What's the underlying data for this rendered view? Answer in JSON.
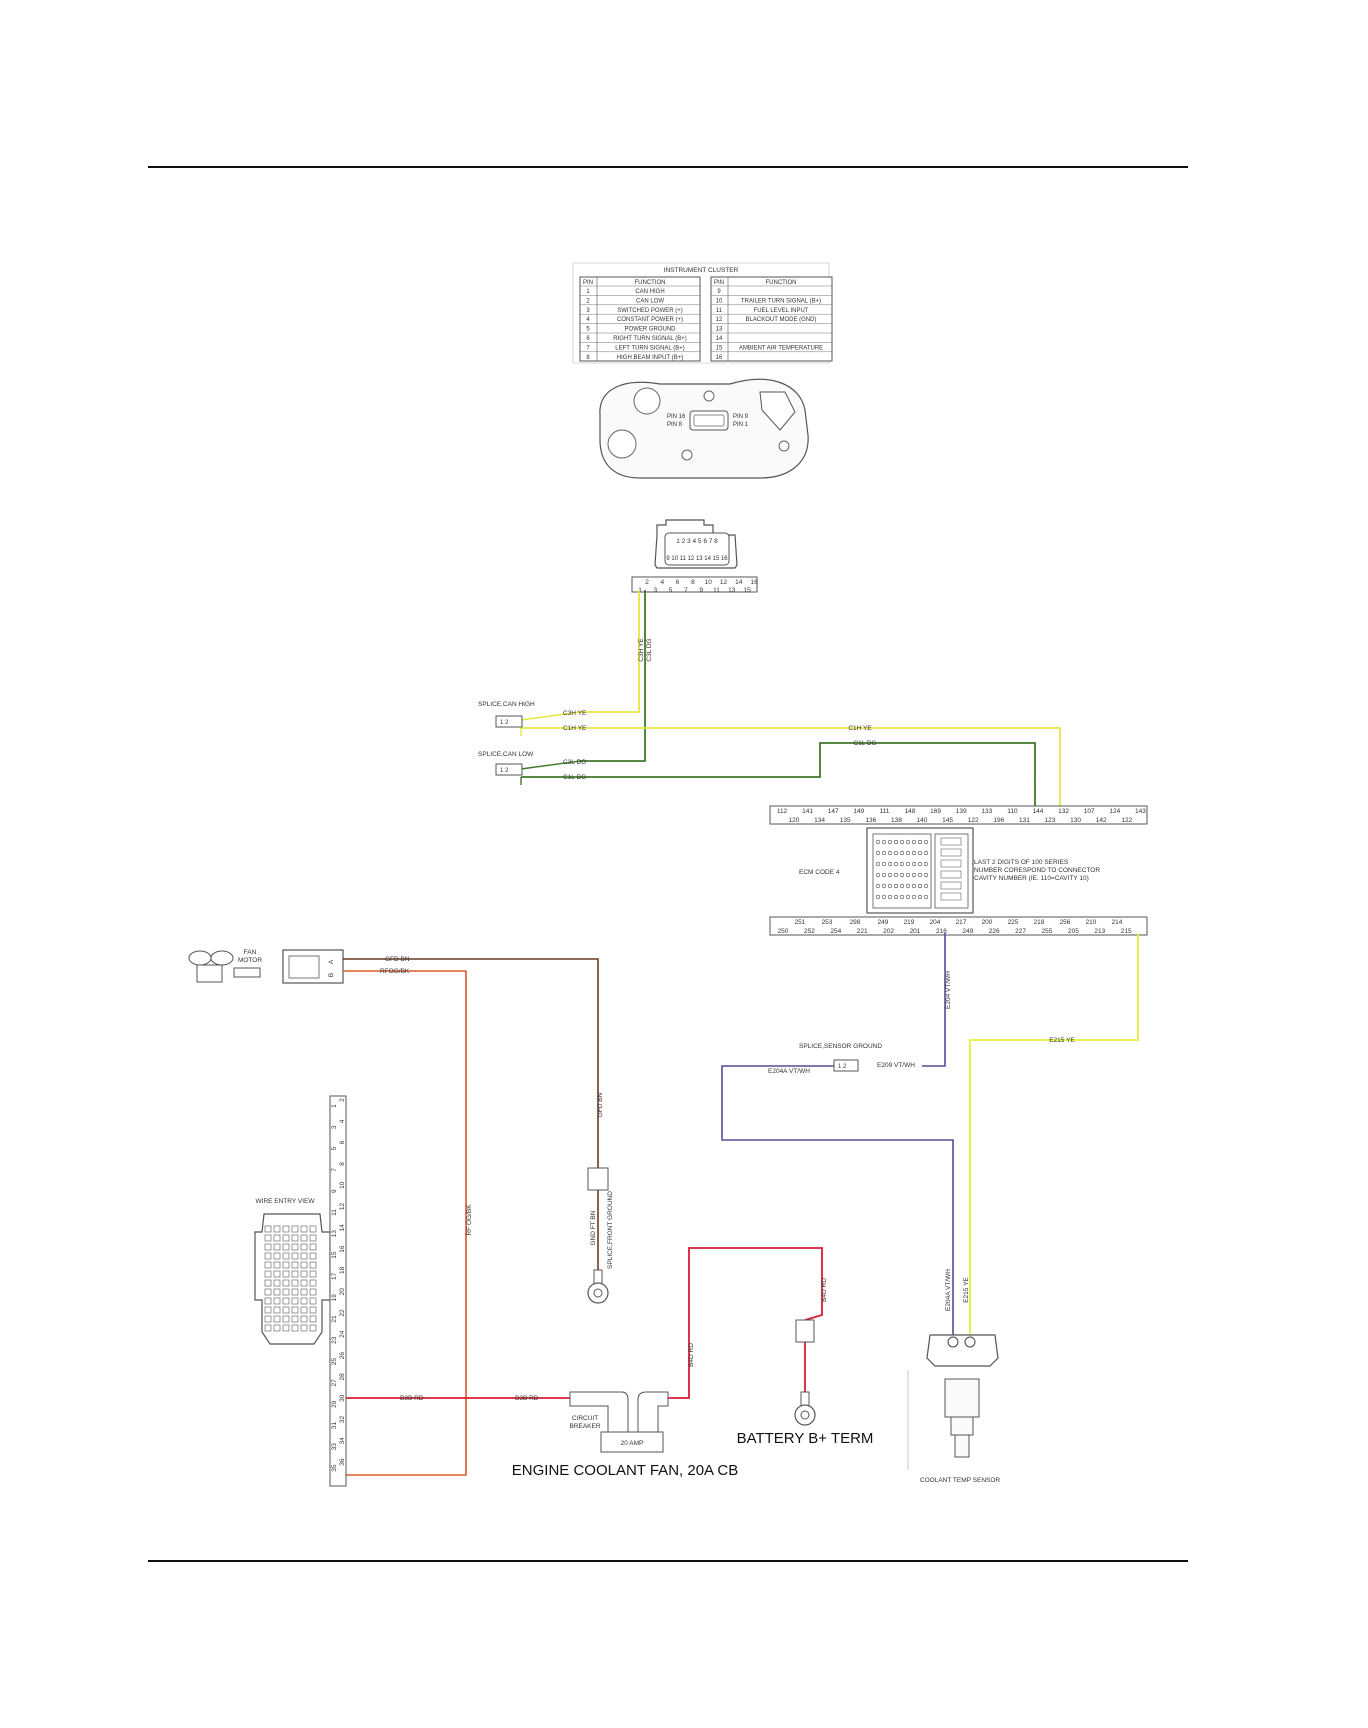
{
  "cluster": {
    "title": "INSTRUMENT CLUSTER",
    "headers": [
      "PIN",
      "FUNCTION",
      "PIN",
      "FUNCTION"
    ],
    "left_rows": [
      [
        "1",
        "CAN HIGH"
      ],
      [
        "2",
        "CAN LOW"
      ],
      [
        "3",
        "SWITCHED POWER (+)"
      ],
      [
        "4",
        "CONSTANT POWER (+)"
      ],
      [
        "5",
        "POWER GROUND"
      ],
      [
        "6",
        "RIGHT TURN SIGNAL (B+)"
      ],
      [
        "7",
        "LEFT TURN SIGNAL (B+)"
      ],
      [
        "8",
        "HIGH BEAM INPUT (B+)"
      ]
    ],
    "right_rows": [
      [
        "9",
        ""
      ],
      [
        "10",
        "TRAILER TURN SIGNAL (B+)"
      ],
      [
        "11",
        "FUEL LEVEL INPUT"
      ],
      [
        "12",
        "BLACKOUT MODE (GND)"
      ],
      [
        "13",
        ""
      ],
      [
        "14",
        ""
      ],
      [
        "15",
        "AMBIENT AIR TEMPERATURE"
      ],
      [
        "16",
        ""
      ]
    ],
    "pin_labels": [
      "PIN 16",
      "PIN 8",
      "PIN 9",
      "PIN 1"
    ]
  },
  "cluster_connector": {
    "face_top": "1 2 3 4 5 6 7 8",
    "face_bottom": "9 10 11 12 13 14 15 16",
    "strip_top": [
      "2",
      "4",
      "6",
      "8",
      "10",
      "12",
      "14",
      "16"
    ],
    "strip_bottom": [
      "1",
      "3",
      "5",
      "7",
      "9",
      "11",
      "13",
      "15"
    ]
  },
  "wires": {
    "c3h": "C3H YE",
    "c3l": "C3L DG",
    "c3h_splice": "C3H YE",
    "c1h_splice": "C1H YE",
    "c1h_mid": "C1H YE",
    "c1l_mid": "C1L DG",
    "c3l_splice": "C3L DG",
    "c1l_splice": "C1L DG",
    "e204": "E204 VT/WH",
    "e215": "E215 YE",
    "e204a_left": "E204A VT/WH",
    "e209": "E209 VT/WH",
    "e204a_sensor": "E204A VT/WH",
    "e215_sensor": "E215 YE",
    "gfd_top": "GFD BN",
    "gfd_side": "GFD BN",
    "gnd_front": "GND FT BN",
    "rfgb": "RFOG/BK",
    "rf": "RF OG/BK",
    "b3b_left": "B3B RD",
    "b3b_right": "B3B RD",
    "b4d_left": "B4D RD",
    "b4d_right": "B4D RD"
  },
  "splices": {
    "can_high": "SPLICE,CAN HIGH",
    "can_low": "SPLICE,CAN LOW",
    "sensor_ground": "SPLICE,SENSOR GROUND",
    "front_ground": "SPLICE,FRONT GROUND"
  },
  "splice_pins": "1  2",
  "ecm": {
    "label": "ECM CODE 4",
    "note_lines": [
      "LAST 2 DIGITS OF 100 SERIES",
      "NUMBER CORESPOND TO CONNECTOR",
      "CAVITY NUMBER (IE. 110=CAVITY 10)"
    ],
    "top_row_a": [
      "112",
      "141",
      "147",
      "149",
      "111",
      "148",
      "169",
      "139",
      "133",
      "110",
      "144",
      "132",
      "107",
      "124",
      "143"
    ],
    "top_row_b": [
      "120",
      "134",
      "135",
      "136",
      "138",
      "140",
      "145",
      "122",
      "196",
      "131",
      "123",
      "130",
      "142",
      "122"
    ],
    "bot_row_a": [
      "251",
      "253",
      "298",
      "249",
      "219",
      "204",
      "217",
      "200",
      "225",
      "218",
      "256",
      "210",
      "214"
    ],
    "bot_row_b": [
      "250",
      "252",
      "254",
      "221",
      "202",
      "201",
      "216",
      "249",
      "226",
      "227",
      "255",
      "205",
      "213",
      "215"
    ]
  },
  "fan_motor": {
    "label_lines": [
      "FAN",
      "MOTOR"
    ],
    "pins": [
      "A",
      "B"
    ]
  },
  "wire_entry": {
    "label": "WIRE ENTRY VIEW",
    "strip_left": [
      "1",
      "3",
      "5",
      "7",
      "9",
      "11",
      "13",
      "15",
      "17",
      "19",
      "21",
      "23",
      "25",
      "27",
      "29",
      "31",
      "33",
      "35"
    ],
    "strip_right": [
      "2",
      "4",
      "6",
      "8",
      "10",
      "12",
      "14",
      "16",
      "18",
      "20",
      "22",
      "24",
      "26",
      "28",
      "30",
      "32",
      "34",
      "36"
    ]
  },
  "breaker": {
    "label_lines": [
      "CIRCUIT",
      "BREAKER"
    ],
    "amp": "20 AMP"
  },
  "captions": {
    "battery": "BATTERY B+ TERM",
    "main": "ENGINE COOLANT FAN, 20A CB",
    "sensor": "COOLANT TEMP SENSOR"
  },
  "colors": {
    "can_high": "#e6e645",
    "can_low": "#3f7a2a",
    "violet": "#5a4a9a",
    "brown": "#6a3a22",
    "orange": "#d9582a",
    "red": "#d81e32",
    "yellow_sensor": "#e6ef3a",
    "outline": "#555555"
  }
}
